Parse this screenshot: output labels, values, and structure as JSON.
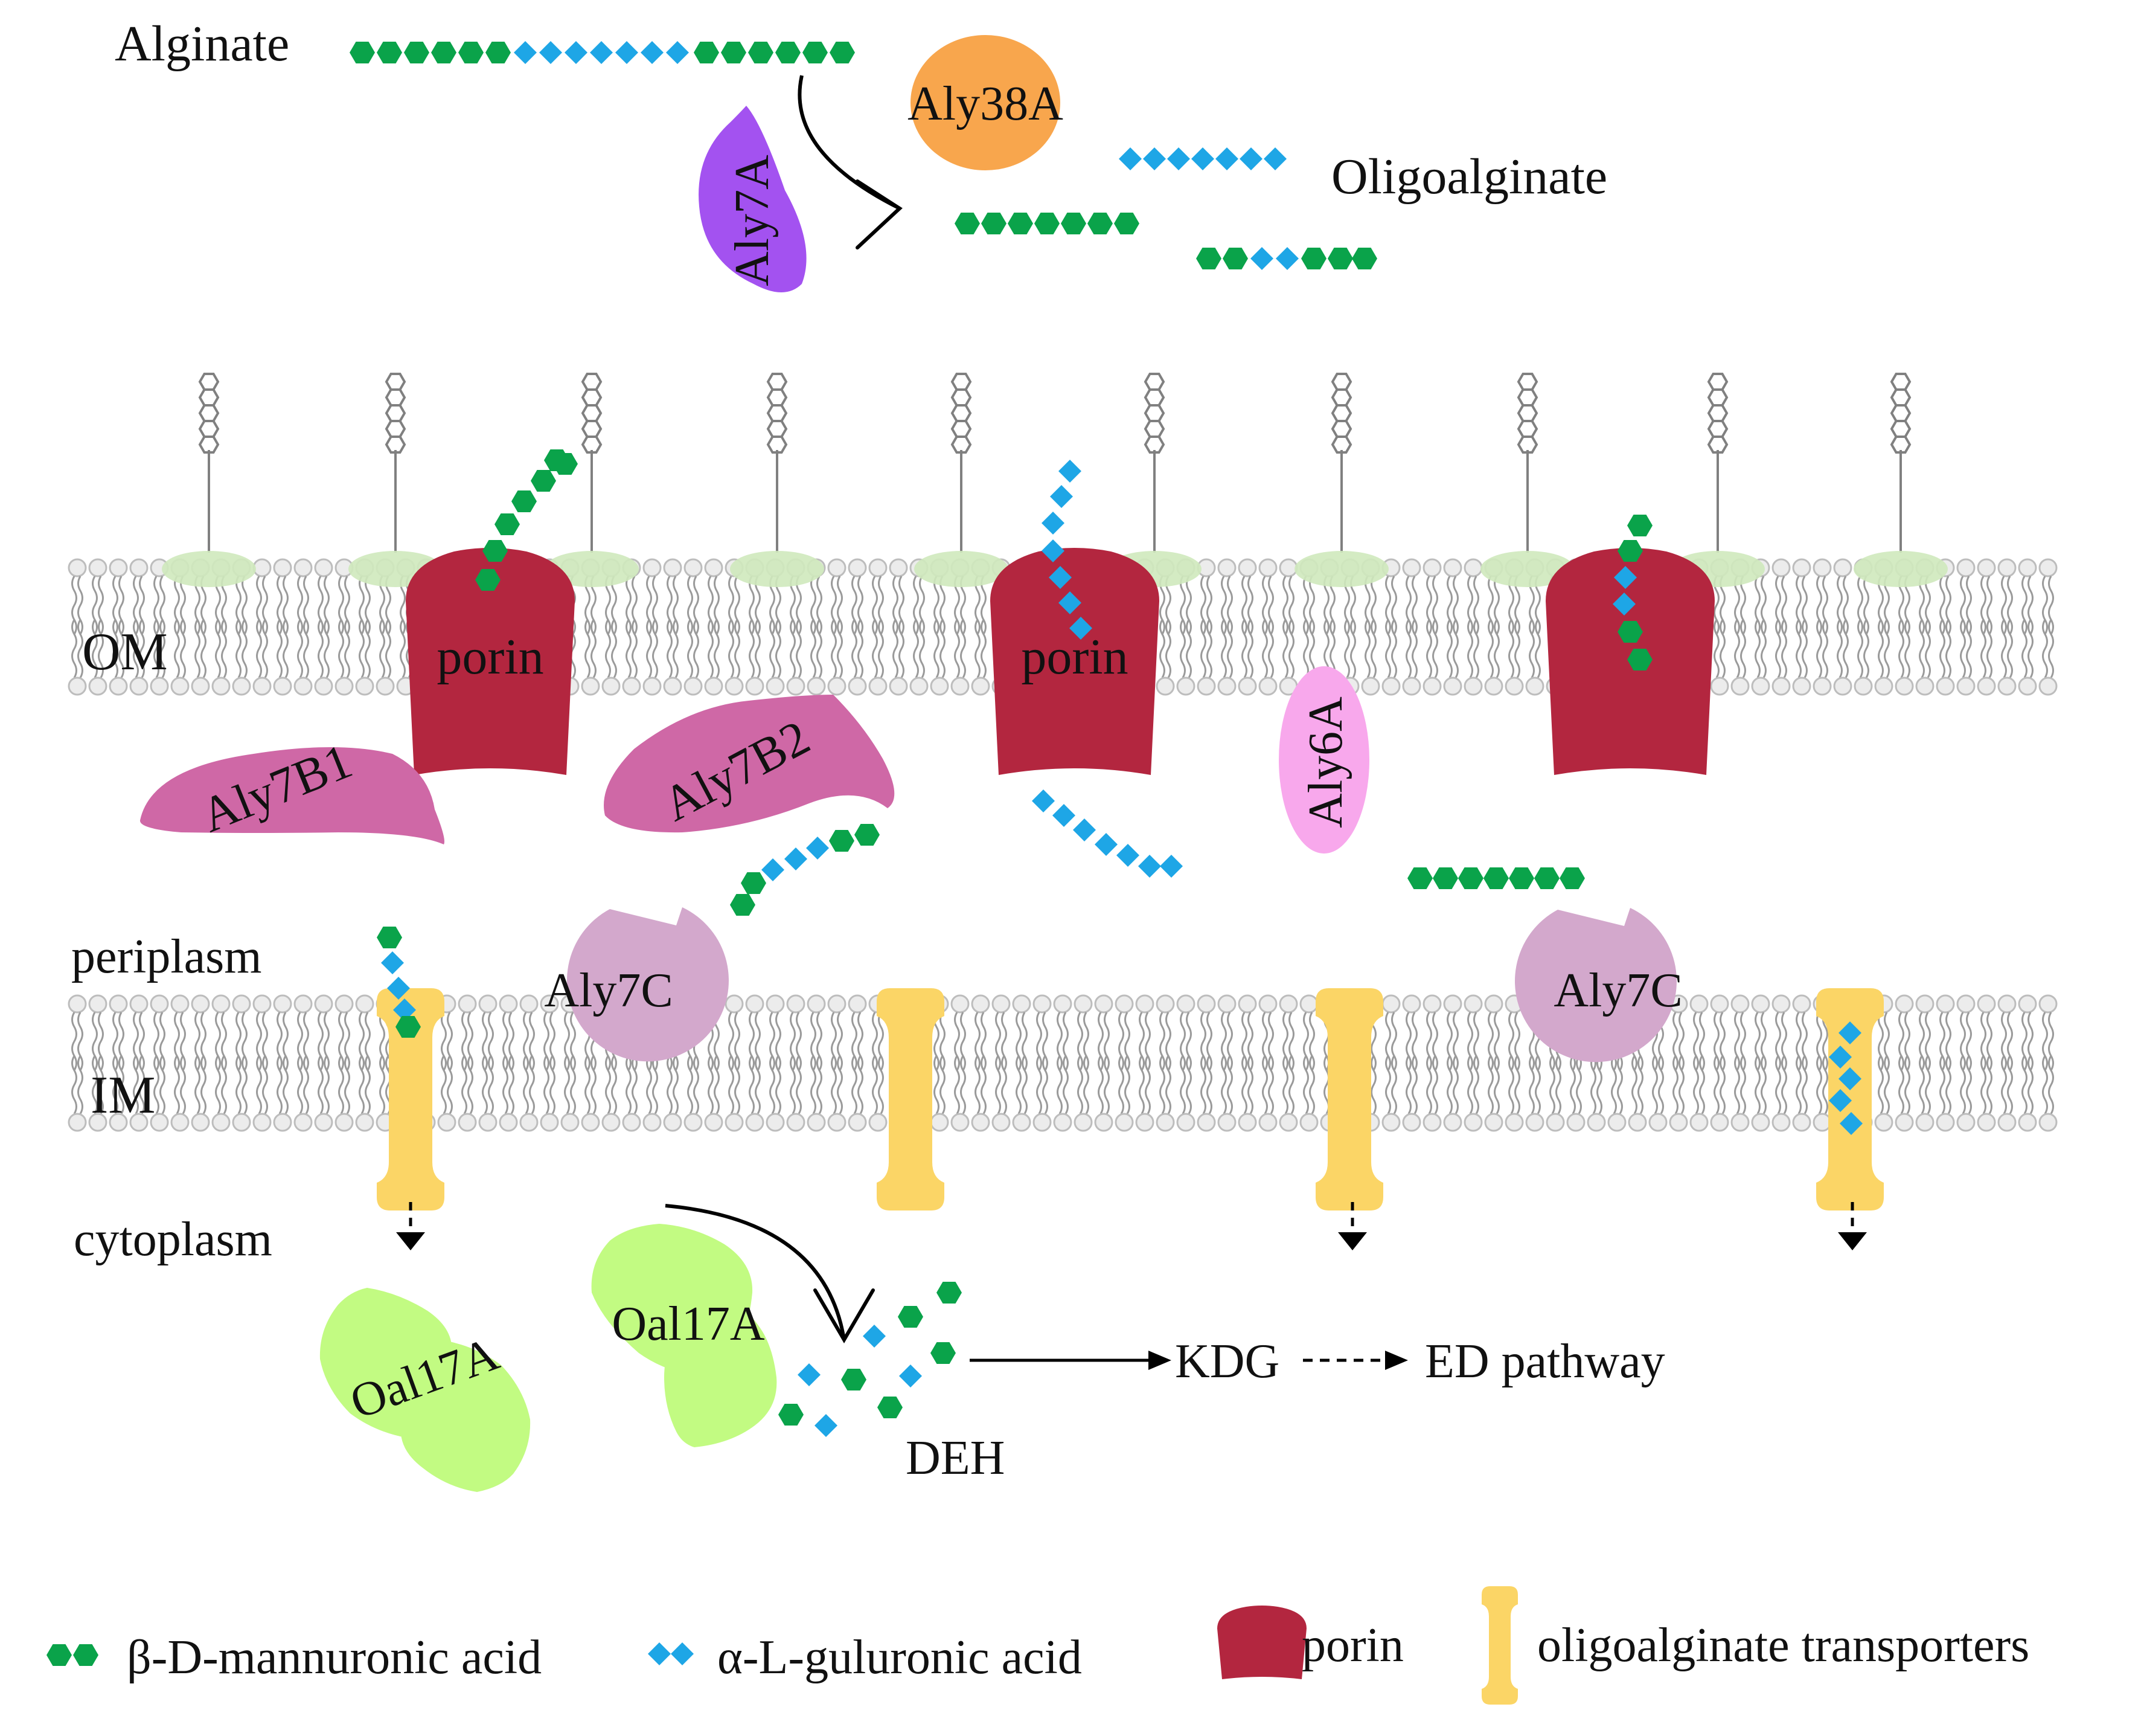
{
  "labels": {
    "alginate": "Alginate",
    "oligoalginate": "Oligoalginate",
    "om": "OM",
    "im": "IM",
    "periplasm": "periplasm",
    "cytoplasm": "cytoplasm",
    "deh": "DEH",
    "kdg": "KDG",
    "ed_pathway": "ED pathway"
  },
  "enzymes": {
    "aly38a": "Aly38A",
    "aly7a": "Aly7A",
    "aly7b1": "Aly7B1",
    "aly7b2": "Aly7B2",
    "aly6a": "Aly6A",
    "aly7c": "Aly7C",
    "oal17a": "Oal17A",
    "porin": "porin"
  },
  "legend": {
    "mannuronic": "β-D-mannuronic acid",
    "guluronic": "α-L-guluronic acid",
    "porin": "porin",
    "transporter": "oligoalginate transporters"
  },
  "colors": {
    "mannuronic": "#0aa34a",
    "guluronic": "#1ea6e6",
    "porin": "#b3263f",
    "transporter": "#fbd566",
    "aly38a": "#f8a64d",
    "aly7a": "#a352f0",
    "aly7b": "#cf68a6",
    "aly6a": "#f8a8ec",
    "aly7c": "#d3a8cc",
    "oal17a": "#c2fb82",
    "lipid_head": "#e9e9e9",
    "lps": "#7a7a7a"
  }
}
